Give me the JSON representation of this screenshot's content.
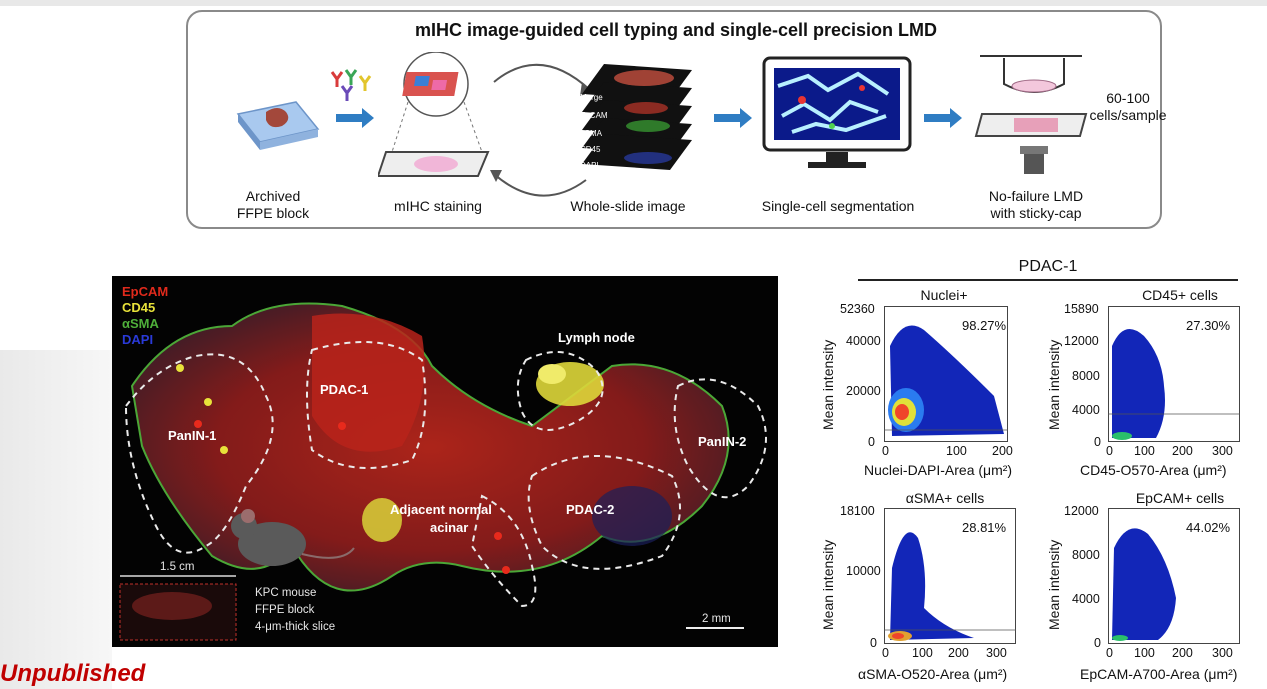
{
  "workflow": {
    "title": "mIHC image-guided cell typing and single-cell precision LMD",
    "steps": [
      {
        "label": "Archived\nFFPE block"
      },
      {
        "label": "mIHC staining"
      },
      {
        "label": "Whole-slide image"
      },
      {
        "label": "Single-cell segmentation"
      },
      {
        "label": "No-failure LMD\nwith sticky-cap"
      }
    ],
    "layers": [
      "Merge",
      "EpCAM",
      "αSMA",
      "CD45",
      "DAPI"
    ],
    "yield": "60-100\ncells/sample"
  },
  "micrograph": {
    "legend": [
      {
        "label": "EpCAM",
        "color": "#e02a1c"
      },
      {
        "label": "CD45",
        "color": "#e8e23a"
      },
      {
        "label": "αSMA",
        "color": "#4fb03a"
      },
      {
        "label": "DAPI",
        "color": "#2a3ad8"
      }
    ],
    "regions": [
      "PDAC-1",
      "PanIN-1",
      "Lymph node",
      "PanIN-2",
      "PDAC-2",
      "Adjacent normal",
      "acinar"
    ],
    "inset_scale": "1.5 cm",
    "mouse_caption": [
      "KPC mouse",
      "FFPE block",
      "4-μm-thick slice"
    ],
    "scale_bar": "2 mm"
  },
  "plots": {
    "group_title": "PDAC-1",
    "ylabel": "Mean intensity",
    "panels": [
      {
        "title": "Nuclei+",
        "percent": "98.27%",
        "xlabel": "Nuclei-DAPI-Area (μm²)",
        "yticks": [
          "52360",
          "40000",
          "20000",
          "0"
        ],
        "xticks": [
          "0",
          "100",
          "200"
        ]
      },
      {
        "title": "CD45+ cells",
        "percent": "27.30%",
        "xlabel": "CD45-O570-Area (μm²)",
        "yticks": [
          "15890",
          "12000",
          "8000",
          "4000",
          "0"
        ],
        "xticks": [
          "0",
          "100",
          "200",
          "300"
        ]
      },
      {
        "title": "αSMA+ cells",
        "percent": "28.81%",
        "xlabel": "αSMA-O520-Area (μm²)",
        "yticks": [
          "18100",
          "10000",
          "0"
        ],
        "xticks": [
          "0",
          "100",
          "200",
          "300"
        ]
      },
      {
        "title": "EpCAM+ cells",
        "percent": "44.02%",
        "xlabel": "EpCAM-A700-Area (μm²)",
        "yticks": [
          "12000",
          "8000",
          "4000",
          "0"
        ],
        "xticks": [
          "0",
          "100",
          "200",
          "300"
        ]
      }
    ]
  },
  "footer": {
    "watermark": "Unpublished"
  }
}
